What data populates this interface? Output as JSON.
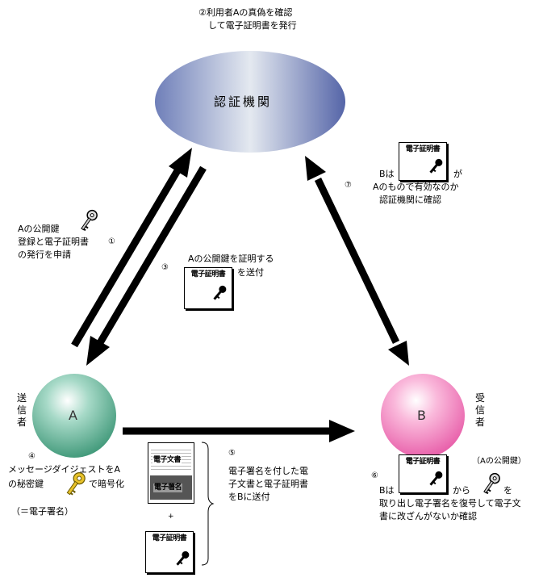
{
  "top_note": [
    "②利用者Aの真偽を確認",
    "して電子証明書を発行"
  ],
  "authority": {
    "label": "認証機関"
  },
  "node_a": {
    "label": "A",
    "side": [
      "送",
      "信",
      "者"
    ]
  },
  "node_b": {
    "label": "B",
    "side": [
      "受",
      "信",
      "者"
    ]
  },
  "step1": {
    "num": "①",
    "lines": [
      "Aの公開鍵",
      "登録と電子証明書",
      "の発行を申請"
    ]
  },
  "step3": {
    "num": "③",
    "line1": "Aの公開鍵を証明する",
    "line2": "を送付"
  },
  "step7": {
    "num": "⑦",
    "b_prefix": "Bは",
    "ga": "が",
    "lines": [
      "Aのもので有効なのか",
      "認証機関に確認"
    ]
  },
  "step4": {
    "num": "④",
    "line1": "メッセージダイジェストをA",
    "line2_a": "の秘密鍵",
    "line2_b": "で暗号化",
    "line3": "（＝電子署名）"
  },
  "step5": {
    "num": "⑤",
    "lines": [
      "電子署名を付した電",
      "子文書と電子証明書",
      "をBに送付"
    ]
  },
  "step6": {
    "num": "⑥",
    "pubkey_label": "（Aの公開鍵）",
    "b_prefix": "Bは",
    "kara": "から",
    "wo": "を",
    "lines": [
      "取り出し電子署名を復号して電子文",
      "書に改ざんがないか確認"
    ]
  },
  "cert_label": "電子証明書",
  "doc_label": "電子文書",
  "sig_label": "電子署名",
  "plus": "+",
  "colors": {
    "authority_dark": "#5f6fae",
    "authority_light": "#e8ecf2",
    "node_a": "#5bab8f",
    "node_b": "#f07ab8"
  }
}
